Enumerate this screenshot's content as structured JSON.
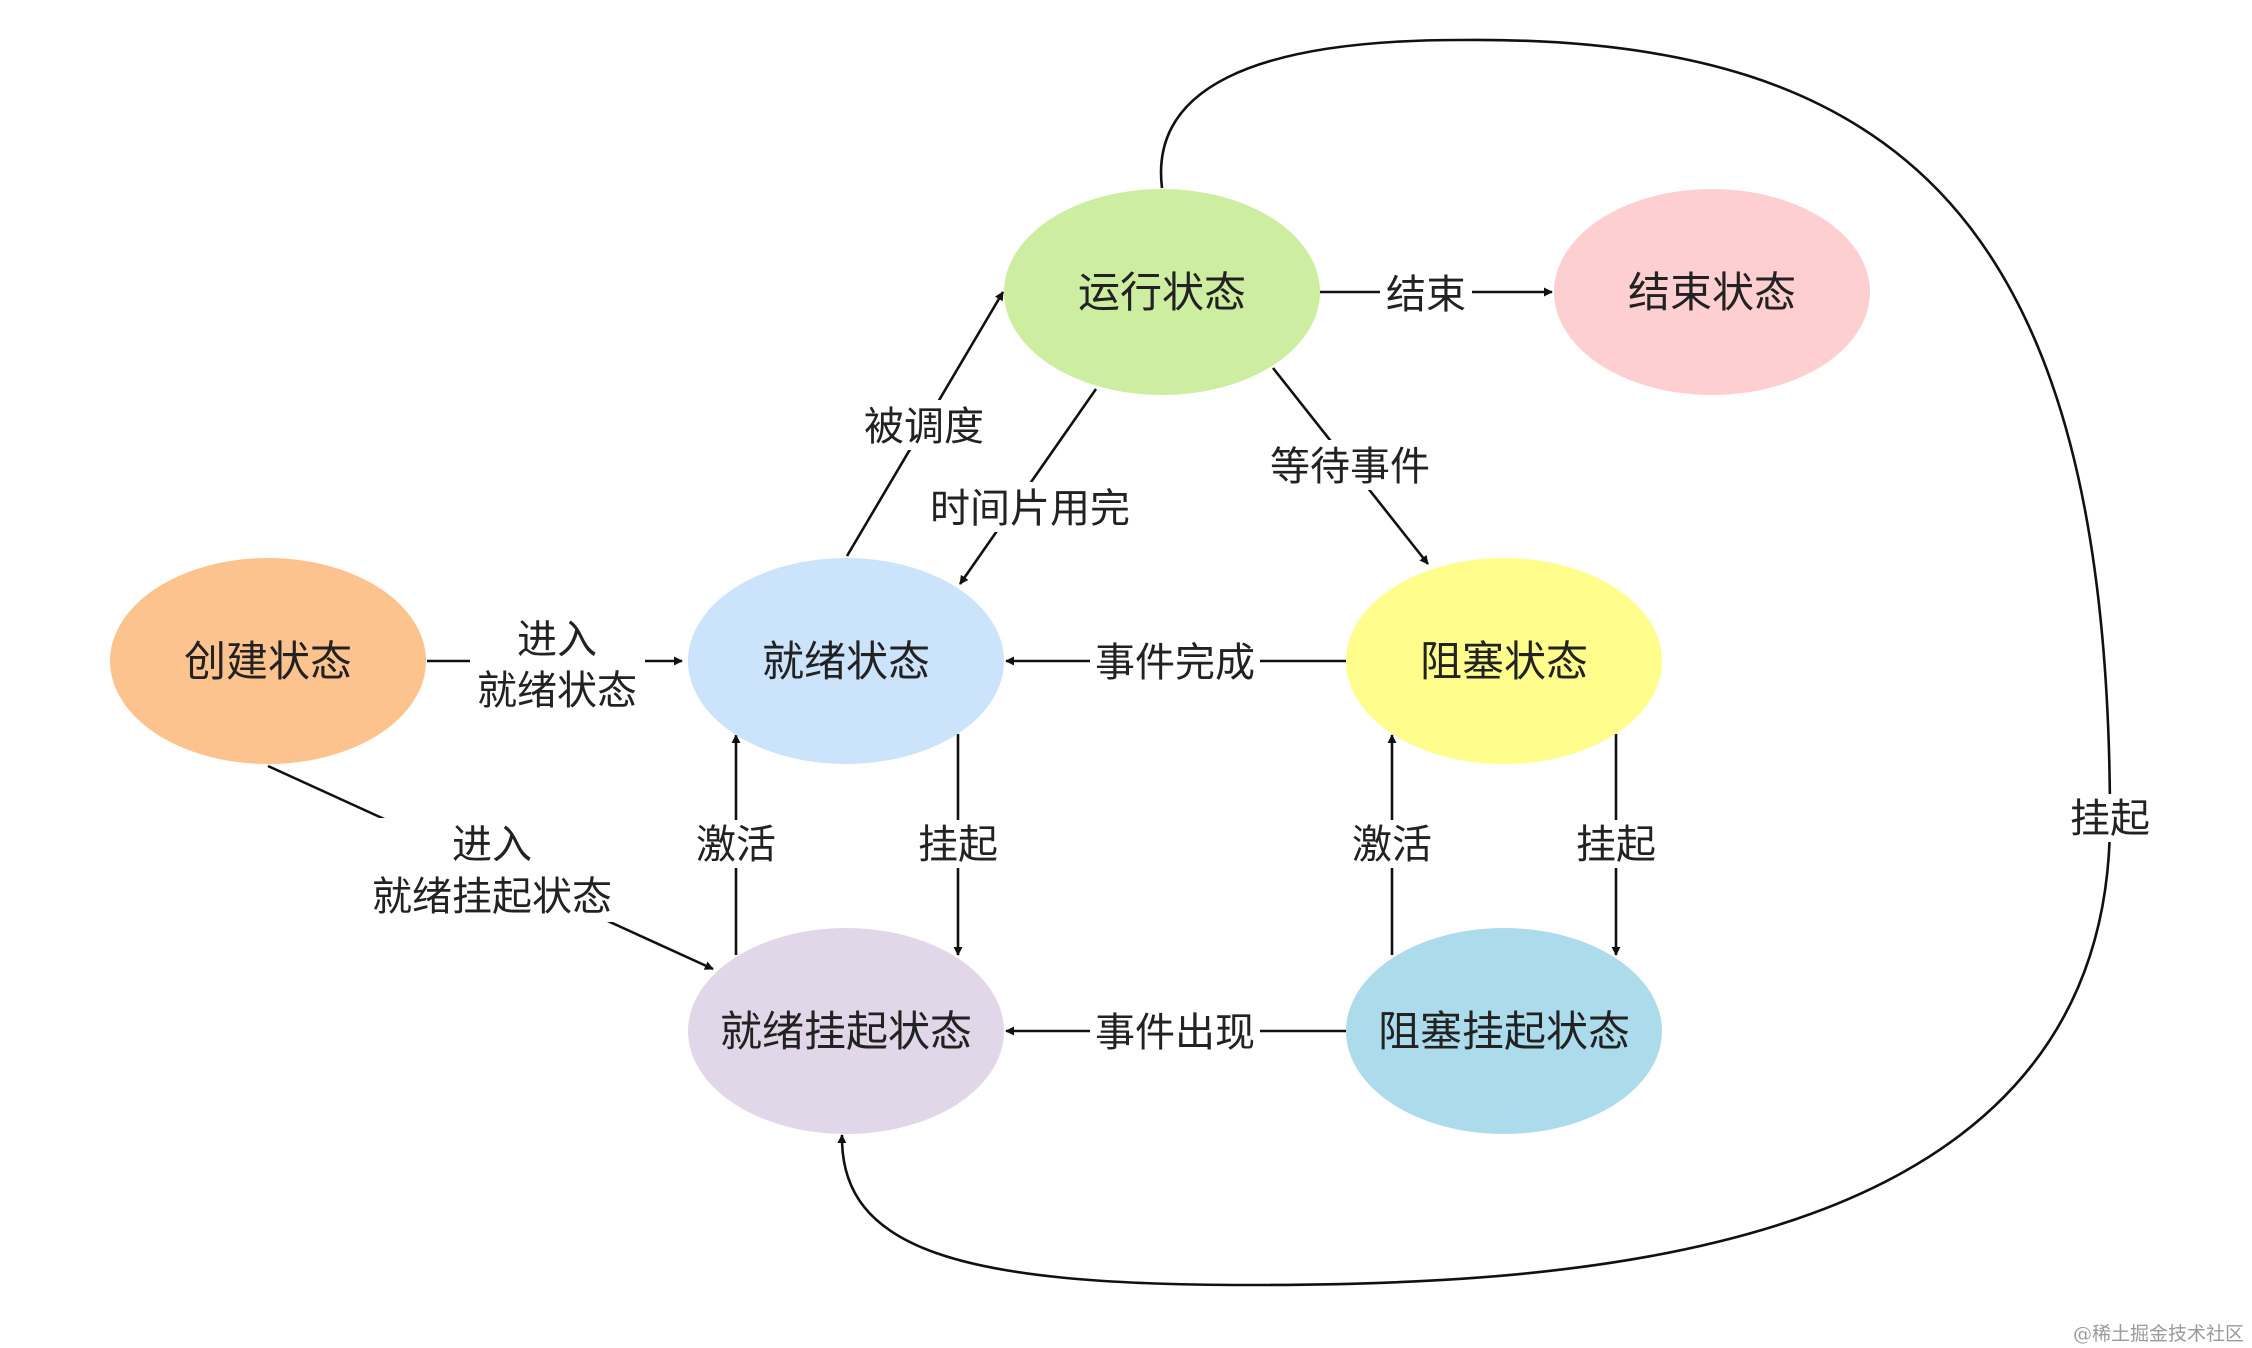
{
  "nodes": {
    "create": {
      "label": "创建状态",
      "color": "#FDC38E"
    },
    "ready": {
      "label": "就绪状态",
      "color": "#CCE4FB"
    },
    "running": {
      "label": "运行状态",
      "color": "#CDEDA1"
    },
    "terminated": {
      "label": "结束状态",
      "color": "#FDCFD1"
    },
    "blocked": {
      "label": "阻塞状态",
      "color": "#FFFE8D"
    },
    "ready_susp": {
      "label": "就绪挂起状态",
      "color": "#E2D7E8"
    },
    "block_susp": {
      "label": "阻塞挂起状态",
      "color": "#ACDCEC"
    }
  },
  "edges": {
    "create_to_ready": {
      "line1": "进入",
      "line2": "就绪状态"
    },
    "create_to_ready_susp": {
      "line1": "进入",
      "line2": "就绪挂起状态"
    },
    "ready_to_running": {
      "label": "被调度"
    },
    "running_to_ready": {
      "label": "时间片用完"
    },
    "running_to_terminated": {
      "label": "结束"
    },
    "running_to_blocked": {
      "label": "等待事件"
    },
    "blocked_to_ready": {
      "label": "事件完成"
    },
    "ready_to_ready_susp": {
      "label": "挂起"
    },
    "ready_susp_to_ready": {
      "label": "激活"
    },
    "blocked_to_block_susp": {
      "label": "挂起"
    },
    "block_susp_to_blocked": {
      "label": "激活"
    },
    "block_susp_to_ready_susp": {
      "label": "事件出现"
    },
    "running_to_ready_susp": {
      "label": "挂起"
    }
  },
  "watermark": "@稀土掘金技术社区"
}
